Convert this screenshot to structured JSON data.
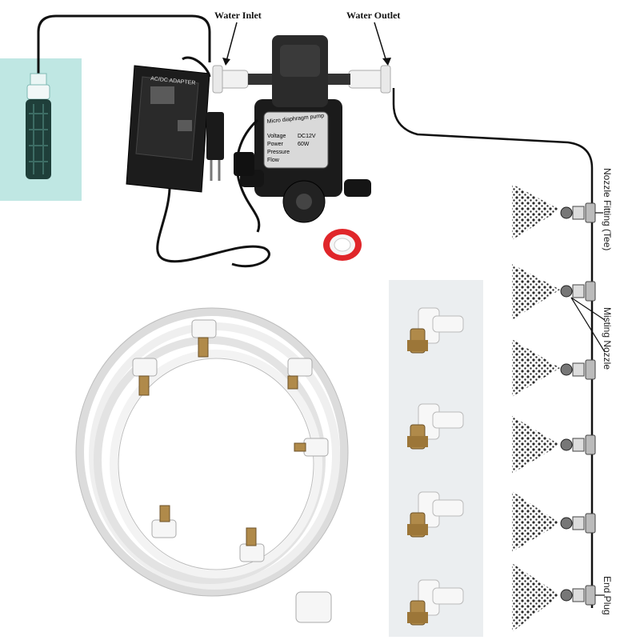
{
  "labels": {
    "water_inlet": "Water Inlet",
    "water_outlet": "Water Outlet",
    "nozzle_fitting": "Nozzle Fitting (Tee)",
    "misting_nozzle": "Misting Nozzle",
    "end_plug": "End Plug"
  },
  "adapter": {
    "title": "AC/DC ADAPTER"
  },
  "pump": {
    "title": "Micro diaphragm pump",
    "voltage_label": "Voltage",
    "voltage_value": "DC12V",
    "power_label": "Power",
    "power_value": "60W",
    "pressure_label": "Pressure",
    "flow_label": "Flow"
  },
  "colors": {
    "tube": "#111111",
    "filter_bg": "#bfe7e3",
    "fittings_bg": "#ebeef0",
    "brass": "#b08a4a",
    "white_fitting": "#f4f4f4",
    "tape_red": "#e0262a"
  }
}
